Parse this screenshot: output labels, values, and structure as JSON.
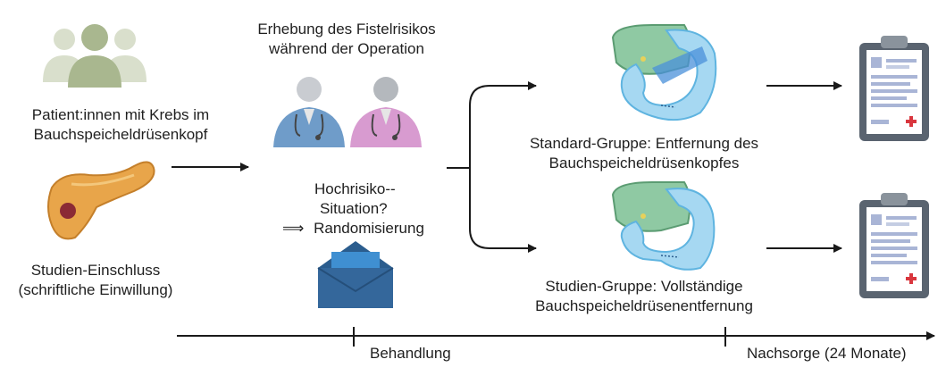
{
  "patients": {
    "label_line1": "Patient:innen mit Krebs im",
    "label_line2": "Bauchspeicheldrüsenkopf"
  },
  "enrollment": {
    "label_line1": "Studien-Einschluss",
    "label_line2": "(schriftliche Einwillung)"
  },
  "surgery": {
    "label_line1": "Erhebung des Fistelrisikos",
    "label_line2": "während der Operation"
  },
  "decision": {
    "line1": "Hochrisiko--",
    "line2": "Situation?",
    "arrow_symbol": "⟹",
    "line3": "Randomisierung"
  },
  "standard_group": {
    "label_line1": "Standard-Gruppe: Entfernung des",
    "label_line2": "Bauchspeicheldrüsenkopfes"
  },
  "study_group": {
    "label_line1": "Studien-Gruppe: Vollständige",
    "label_line2": "Bauchspeicheldrüsenentfernung"
  },
  "timeline": {
    "treatment_label": "Behandlung",
    "followup_label": "Nachsorge (24 Monate)"
  },
  "colors": {
    "arrow": "#1a1a1a",
    "people": "#a9b78f",
    "envelope": "#2f6aa3",
    "clipboard": "#5a6470"
  }
}
